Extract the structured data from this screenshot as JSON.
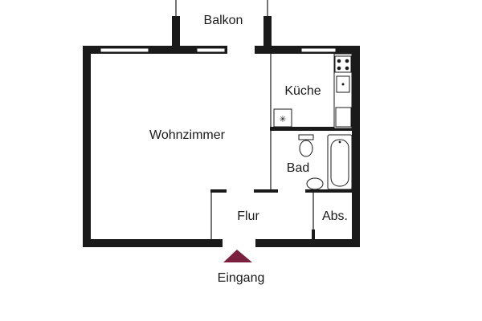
{
  "rooms": {
    "balcony": "Balkon",
    "living": "Wohnzimmer",
    "kitchen": "Küche",
    "bath": "Bad",
    "hall": "Flur",
    "storage": "Abs."
  },
  "entrance": {
    "label": "Eingang",
    "marker_color": "#7a1f3d"
  }
}
